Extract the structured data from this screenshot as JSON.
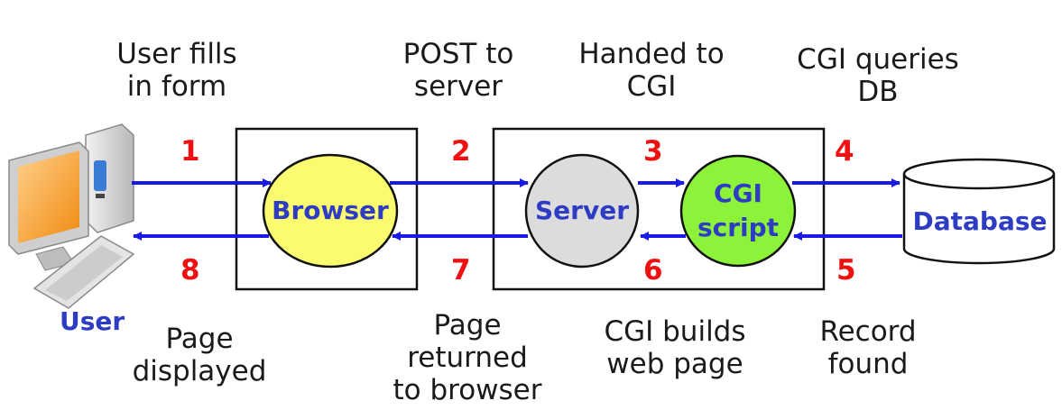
{
  "captions": {
    "c1": [
      "User fills",
      "in form"
    ],
    "c2": [
      "POST to",
      "server"
    ],
    "c3": [
      "Handed to",
      "CGI"
    ],
    "c4": [
      "CGI queries",
      "DB"
    ],
    "c5": [
      "Record",
      "found"
    ],
    "c6": [
      "CGI builds",
      "web page"
    ],
    "c7": [
      "Page",
      "returned",
      "to browser"
    ],
    "c8": [
      "Page",
      "displayed"
    ]
  },
  "numbers": {
    "n1": "1",
    "n2": "2",
    "n3": "3",
    "n4": "4",
    "n5": "5",
    "n6": "6",
    "n7": "7",
    "n8": "8"
  },
  "nodes": {
    "user": "User",
    "browser": "Browser",
    "server": "Server",
    "cgi": [
      "CGI",
      "script"
    ],
    "database": "Database"
  },
  "colors": {
    "arrow": "#1a1ae6",
    "number": "#ee1111",
    "label": "#2e3cc4",
    "browser_fill": "#fbfb70",
    "server_fill": "#dcdcdc",
    "cgi_fill": "#8cf23a"
  }
}
